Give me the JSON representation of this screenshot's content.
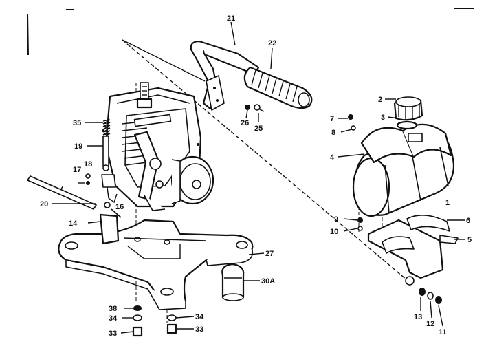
{
  "diagram": {
    "parts": [
      {
        "id": "p21",
        "label": "21",
        "name": "handle-bracket"
      },
      {
        "id": "p22",
        "label": "22",
        "name": "hand-grip"
      },
      {
        "id": "p26",
        "label": "26",
        "name": "lock-washer"
      },
      {
        "id": "p25",
        "label": "25",
        "name": "screw"
      },
      {
        "id": "p2",
        "label": "2",
        "name": "fuel-cap"
      },
      {
        "id": "p3",
        "label": "3",
        "name": "gasket"
      },
      {
        "id": "p7",
        "label": "7",
        "name": "screw"
      },
      {
        "id": "p8",
        "label": "8",
        "name": "washer"
      },
      {
        "id": "p4",
        "label": "4",
        "name": "tank-strap"
      },
      {
        "id": "p1",
        "label": "1",
        "name": "fuel-tank"
      },
      {
        "id": "p35",
        "label": "35",
        "name": "spring"
      },
      {
        "id": "p19",
        "label": "19",
        "name": "rod"
      },
      {
        "id": "p17",
        "label": "17",
        "name": "screw"
      },
      {
        "id": "p18",
        "label": "18",
        "name": "washer"
      },
      {
        "id": "p20",
        "label": "20",
        "name": "throttle-rod"
      },
      {
        "id": "p16",
        "label": "16",
        "name": "spring-clip"
      },
      {
        "id": "p14",
        "label": "14",
        "name": "switch"
      },
      {
        "id": "p9",
        "label": "9",
        "name": "screw"
      },
      {
        "id": "p10",
        "label": "10",
        "name": "washer"
      },
      {
        "id": "p6",
        "label": "6",
        "name": "pad"
      },
      {
        "id": "p5",
        "label": "5",
        "name": "tank-bracket"
      },
      {
        "id": "p27",
        "label": "27",
        "name": "base-plate"
      },
      {
        "id": "p30a",
        "label": "30A",
        "name": "rubber-foot"
      },
      {
        "id": "p38",
        "label": "38",
        "name": "spacer"
      },
      {
        "id": "p34a",
        "label": "34",
        "name": "washer-left"
      },
      {
        "id": "p33a",
        "label": "33",
        "name": "bolt-left"
      },
      {
        "id": "p34b",
        "label": "34",
        "name": "washer-right"
      },
      {
        "id": "p33b",
        "label": "33",
        "name": "bolt-right"
      },
      {
        "id": "p13",
        "label": "13",
        "name": "nut"
      },
      {
        "id": "p12",
        "label": "12",
        "name": "washer"
      },
      {
        "id": "p11",
        "label": "11",
        "name": "nut"
      }
    ]
  }
}
